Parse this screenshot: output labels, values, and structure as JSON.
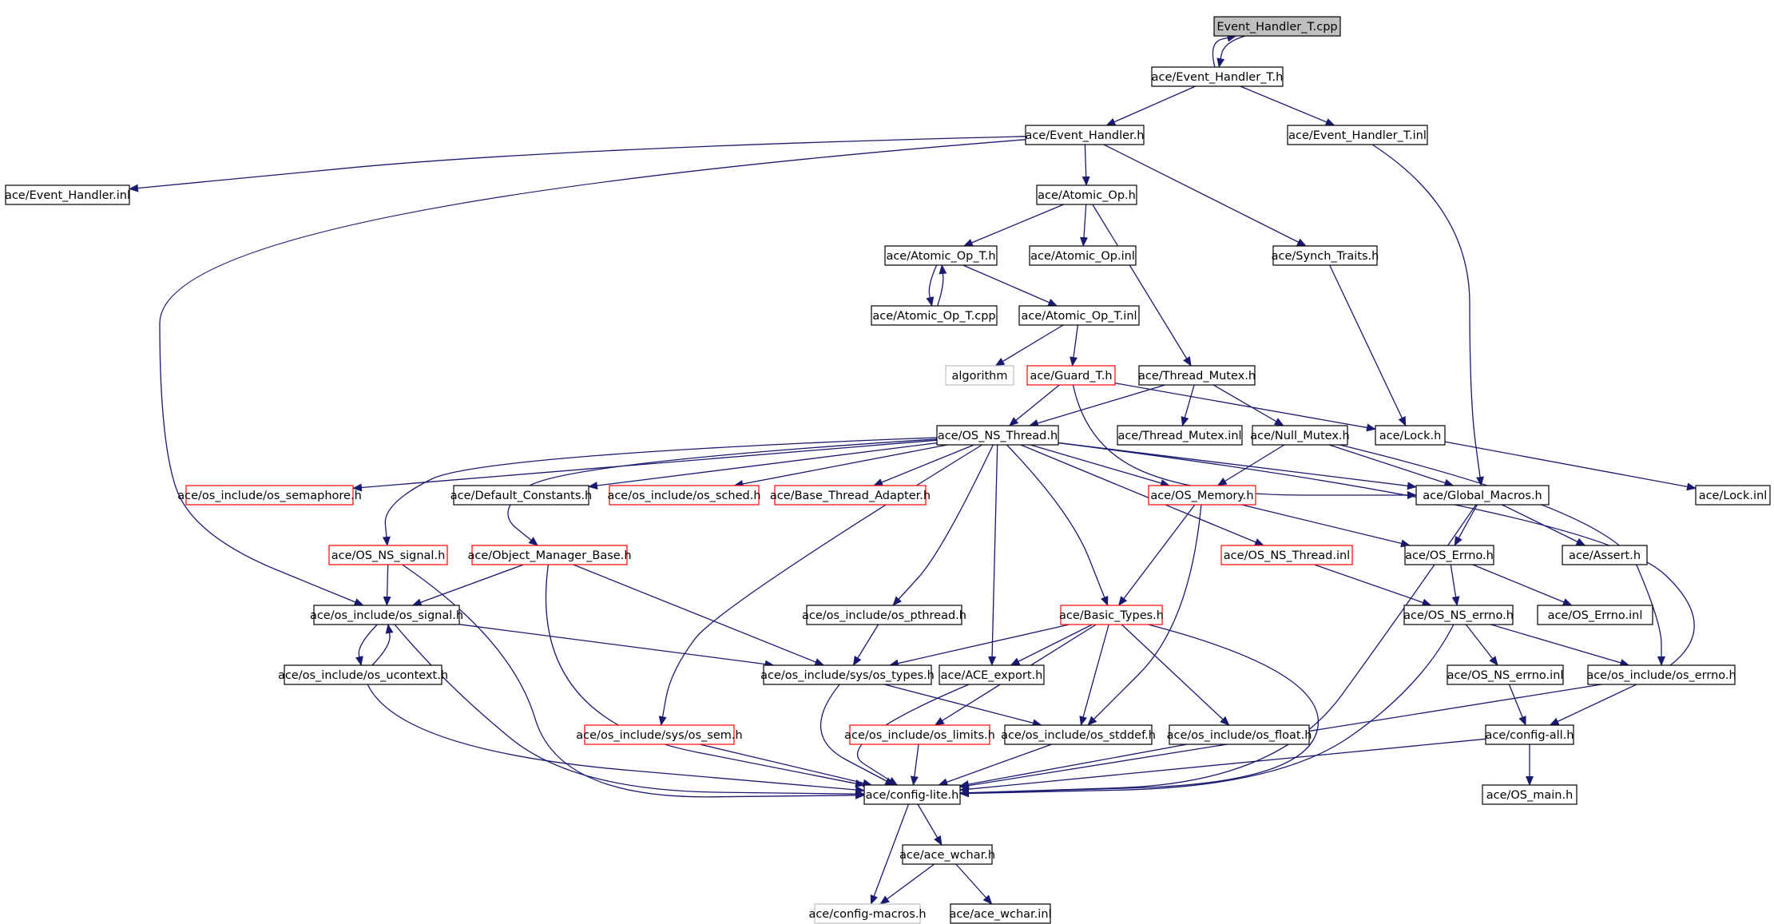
{
  "diagram": {
    "type": "include-dependency-graph",
    "colors": {
      "edge": "#191970",
      "node_border_default": "#000000",
      "node_border_truncated": "#ff0000",
      "node_border_external": "#bfbfbf",
      "node_fill_root": "#bfbfbf",
      "node_fill": "#ffffff",
      "text": "#000000"
    },
    "nodes": [
      {
        "id": "root",
        "label": "Event_Handler_T.cpp",
        "style": "root"
      },
      {
        "id": "eht_h",
        "label": "ace/Event_Handler_T.h",
        "style": "normal"
      },
      {
        "id": "eh_h",
        "label": "ace/Event_Handler.h",
        "style": "normal"
      },
      {
        "id": "eht_inl",
        "label": "ace/Event_Handler_T.inl",
        "style": "normal"
      },
      {
        "id": "eh_inl",
        "label": "ace/Event_Handler.inl",
        "style": "normal"
      },
      {
        "id": "aop_h",
        "label": "ace/Atomic_Op.h",
        "style": "normal"
      },
      {
        "id": "aopt_h",
        "label": "ace/Atomic_Op_T.h",
        "style": "normal"
      },
      {
        "id": "aop_inl",
        "label": "ace/Atomic_Op.inl",
        "style": "normal"
      },
      {
        "id": "synch",
        "label": "ace/Synch_Traits.h",
        "style": "normal"
      },
      {
        "id": "aopt_cpp",
        "label": "ace/Atomic_Op_T.cpp",
        "style": "normal"
      },
      {
        "id": "aopt_inl",
        "label": "ace/Atomic_Op_T.inl",
        "style": "normal"
      },
      {
        "id": "algorithm",
        "label": "algorithm",
        "style": "external"
      },
      {
        "id": "guard",
        "label": "ace/Guard_T.h",
        "style": "truncated"
      },
      {
        "id": "tmutex",
        "label": "ace/Thread_Mutex.h",
        "style": "normal"
      },
      {
        "id": "osnsthread",
        "label": "ace/OS_NS_Thread.h",
        "style": "normal"
      },
      {
        "id": "tmutex_inl",
        "label": "ace/Thread_Mutex.inl",
        "style": "normal"
      },
      {
        "id": "nullmutex",
        "label": "ace/Null_Mutex.h",
        "style": "normal"
      },
      {
        "id": "lock_h",
        "label": "ace/Lock.h",
        "style": "normal"
      },
      {
        "id": "sema",
        "label": "ace/os_include/os_semaphore.h",
        "style": "truncated"
      },
      {
        "id": "defconst",
        "label": "ace/Default_Constants.h",
        "style": "normal"
      },
      {
        "id": "sched",
        "label": "ace/os_include/os_sched.h",
        "style": "truncated"
      },
      {
        "id": "bta",
        "label": "ace/Base_Thread_Adapter.h",
        "style": "truncated"
      },
      {
        "id": "osmem",
        "label": "ace/OS_Memory.h",
        "style": "truncated"
      },
      {
        "id": "gmacros",
        "label": "ace/Global_Macros.h",
        "style": "normal"
      },
      {
        "id": "lock_inl",
        "label": "ace/Lock.inl",
        "style": "normal"
      },
      {
        "id": "nssignal",
        "label": "ace/OS_NS_signal.h",
        "style": "truncated"
      },
      {
        "id": "omb",
        "label": "ace/Object_Manager_Base.h",
        "style": "truncated"
      },
      {
        "id": "nsthread_inl",
        "label": "ace/OS_NS_Thread.inl",
        "style": "truncated"
      },
      {
        "id": "oserrno",
        "label": "ace/OS_Errno.h",
        "style": "normal"
      },
      {
        "id": "assert",
        "label": "ace/Assert.h",
        "style": "normal"
      },
      {
        "id": "ossignal",
        "label": "ace/os_include/os_signal.h",
        "style": "normal"
      },
      {
        "id": "pthread",
        "label": "ace/os_include/os_pthread.h",
        "style": "normal"
      },
      {
        "id": "btypes",
        "label": "ace/Basic_Types.h",
        "style": "truncated"
      },
      {
        "id": "nserrno",
        "label": "ace/OS_NS_errno.h",
        "style": "normal"
      },
      {
        "id": "oserrno_inl",
        "label": "ace/OS_Errno.inl",
        "style": "normal"
      },
      {
        "id": "ucontext",
        "label": "ace/os_include/os_ucontext.h",
        "style": "normal"
      },
      {
        "id": "systypes",
        "label": "ace/os_include/sys/os_types.h",
        "style": "normal"
      },
      {
        "id": "aceexport",
        "label": "ace/ACE_export.h",
        "style": "normal"
      },
      {
        "id": "nserrno_inl",
        "label": "ace/OS_NS_errno.inl",
        "style": "normal"
      },
      {
        "id": "oserrno_h",
        "label": "ace/os_include/os_errno.h",
        "style": "normal"
      },
      {
        "id": "syssem",
        "label": "ace/os_include/sys/os_sem.h",
        "style": "truncated"
      },
      {
        "id": "limits",
        "label": "ace/os_include/os_limits.h",
        "style": "truncated"
      },
      {
        "id": "stddef",
        "label": "ace/os_include/os_stddef.h",
        "style": "normal"
      },
      {
        "id": "float",
        "label": "ace/os_include/os_float.h",
        "style": "normal"
      },
      {
        "id": "configall",
        "label": "ace/config-all.h",
        "style": "normal"
      },
      {
        "id": "configlite",
        "label": "ace/config-lite.h",
        "style": "normal"
      },
      {
        "id": "osmain",
        "label": "ace/OS_main.h",
        "style": "normal"
      },
      {
        "id": "wchar_h",
        "label": "ace/ace_wchar.h",
        "style": "normal"
      },
      {
        "id": "cmacros",
        "label": "ace/config-macros.h",
        "style": "external"
      },
      {
        "id": "wchar_inl",
        "label": "ace/ace_wchar.inl",
        "style": "normal"
      }
    ],
    "edges": [
      [
        "root",
        "eht_h"
      ],
      [
        "eht_h",
        "root"
      ],
      [
        "eht_h",
        "eh_h"
      ],
      [
        "eht_h",
        "eht_inl"
      ],
      [
        "eh_h",
        "eh_inl"
      ],
      [
        "eh_h",
        "aop_h"
      ],
      [
        "eh_h",
        "synch"
      ],
      [
        "eh_h",
        "ossignal"
      ],
      [
        "eht_inl",
        "gmacros"
      ],
      [
        "aop_h",
        "aopt_h"
      ],
      [
        "aop_h",
        "aop_inl"
      ],
      [
        "aop_h",
        "tmutex"
      ],
      [
        "aopt_h",
        "aopt_cpp"
      ],
      [
        "aopt_cpp",
        "aopt_h"
      ],
      [
        "aopt_h",
        "aopt_inl"
      ],
      [
        "aopt_inl",
        "algorithm"
      ],
      [
        "aopt_inl",
        "guard"
      ],
      [
        "synch",
        "lock_h"
      ],
      [
        "guard",
        "osnsthread"
      ],
      [
        "guard",
        "lock_h"
      ],
      [
        "guard",
        "gmacros"
      ],
      [
        "tmutex",
        "osnsthread"
      ],
      [
        "tmutex",
        "tmutex_inl"
      ],
      [
        "tmutex",
        "nullmutex"
      ],
      [
        "nullmutex",
        "osmem"
      ],
      [
        "nullmutex",
        "gmacros"
      ],
      [
        "nullmutex",
        "oserrno_h"
      ],
      [
        "lock_h",
        "lock_inl"
      ],
      [
        "osnsthread",
        "sema"
      ],
      [
        "osnsthread",
        "defconst"
      ],
      [
        "osnsthread",
        "sched"
      ],
      [
        "osnsthread",
        "bta"
      ],
      [
        "osnsthread",
        "osmem"
      ],
      [
        "osnsthread",
        "gmacros"
      ],
      [
        "osnsthread",
        "nssignal"
      ],
      [
        "osnsthread",
        "omb"
      ],
      [
        "osnsthread",
        "nsthread_inl"
      ],
      [
        "osnsthread",
        "pthread"
      ],
      [
        "osnsthread",
        "btypes"
      ],
      [
        "osnsthread",
        "aceexport"
      ],
      [
        "osnsthread",
        "syssem"
      ],
      [
        "osnsthread",
        "configall"
      ],
      [
        "osmem",
        "btypes"
      ],
      [
        "osmem",
        "oserrno"
      ],
      [
        "osmem",
        "stddef"
      ],
      [
        "gmacros",
        "oserrno"
      ],
      [
        "gmacros",
        "assert"
      ],
      [
        "gmacros",
        "configlite"
      ],
      [
        "nssignal",
        "ossignal"
      ],
      [
        "nssignal",
        "configlite"
      ],
      [
        "omb",
        "ossignal"
      ],
      [
        "omb",
        "systypes"
      ],
      [
        "omb",
        "configlite"
      ],
      [
        "nsthread_inl",
        "nserrno"
      ],
      [
        "oserrno",
        "nserrno"
      ],
      [
        "oserrno",
        "oserrno_inl"
      ],
      [
        "ossignal",
        "ucontext"
      ],
      [
        "ucontext",
        "ossignal"
      ],
      [
        "ossignal",
        "systypes"
      ],
      [
        "ossignal",
        "configlite"
      ],
      [
        "pthread",
        "systypes"
      ],
      [
        "btypes",
        "systypes"
      ],
      [
        "btypes",
        "aceexport"
      ],
      [
        "btypes",
        "limits"
      ],
      [
        "btypes",
        "stddef"
      ],
      [
        "btypes",
        "float"
      ],
      [
        "btypes",
        "configlite"
      ],
      [
        "nserrno",
        "nserrno_inl"
      ],
      [
        "nserrno",
        "oserrno_h"
      ],
      [
        "nserrno",
        "configlite"
      ],
      [
        "ucontext",
        "configlite"
      ],
      [
        "systypes",
        "stddef"
      ],
      [
        "systypes",
        "configlite"
      ],
      [
        "aceexport",
        "configlite"
      ],
      [
        "nserrno_inl",
        "configall"
      ],
      [
        "oserrno_h",
        "configlite"
      ],
      [
        "syssem",
        "configlite"
      ],
      [
        "limits",
        "configlite"
      ],
      [
        "stddef",
        "configlite"
      ],
      [
        "float",
        "configlite"
      ],
      [
        "configall",
        "configlite"
      ],
      [
        "configall",
        "osmain"
      ],
      [
        "configlite",
        "wchar_h"
      ],
      [
        "configlite",
        "cmacros"
      ],
      [
        "wchar_h",
        "cmacros"
      ],
      [
        "wchar_h",
        "wchar_inl"
      ]
    ]
  }
}
